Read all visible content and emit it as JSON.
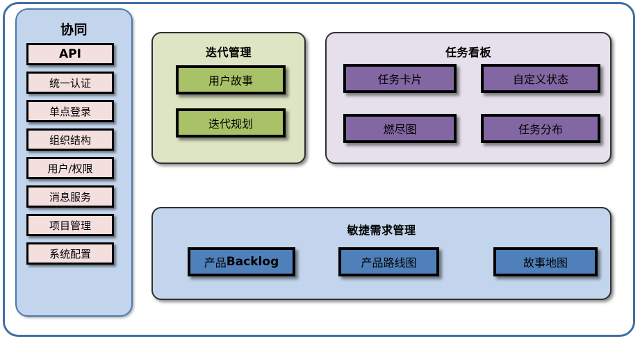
{
  "diagram": {
    "outer_frame_color": "#3f6fa4",
    "sidebar": {
      "title": "协同",
      "background": "#c3d5ec",
      "border_color": "#4a7ab0",
      "chip_color": "#f4dfdf",
      "items": [
        {
          "label": "API",
          "script": "latin"
        },
        {
          "label": "统一认证",
          "script": "cjk"
        },
        {
          "label": "单点登录",
          "script": "cjk"
        },
        {
          "label": "组织结构",
          "script": "cjk"
        },
        {
          "label": "用户/权限",
          "script": "cjk"
        },
        {
          "label": "消息服务",
          "script": "cjk"
        },
        {
          "label": "项目管理",
          "script": "cjk"
        },
        {
          "label": "系统配置",
          "script": "cjk"
        }
      ]
    },
    "iteration": {
      "title": "迭代管理",
      "panel_color": "#dde5c5",
      "box_color": "#a9c268",
      "items": [
        {
          "label": "用户故事"
        },
        {
          "label": "迭代规划"
        }
      ]
    },
    "taskboard": {
      "title": "任务看板",
      "panel_color": "#e6e0ec",
      "box_color": "#8267a3",
      "items": [
        {
          "label": "任务卡片"
        },
        {
          "label": "自定义状态"
        },
        {
          "label": "燃尽图"
        },
        {
          "label": "任务分布"
        }
      ]
    },
    "agile": {
      "title": "敏捷需求管理",
      "panel_color": "#c3d5ec",
      "box_color": "#4f80ba",
      "items": [
        {
          "label_cjk": "产品",
          "label_latin": "Backlog"
        },
        {
          "label_cjk": "产品路线图",
          "label_latin": ""
        },
        {
          "label_cjk": "故事地图",
          "label_latin": ""
        }
      ]
    }
  }
}
